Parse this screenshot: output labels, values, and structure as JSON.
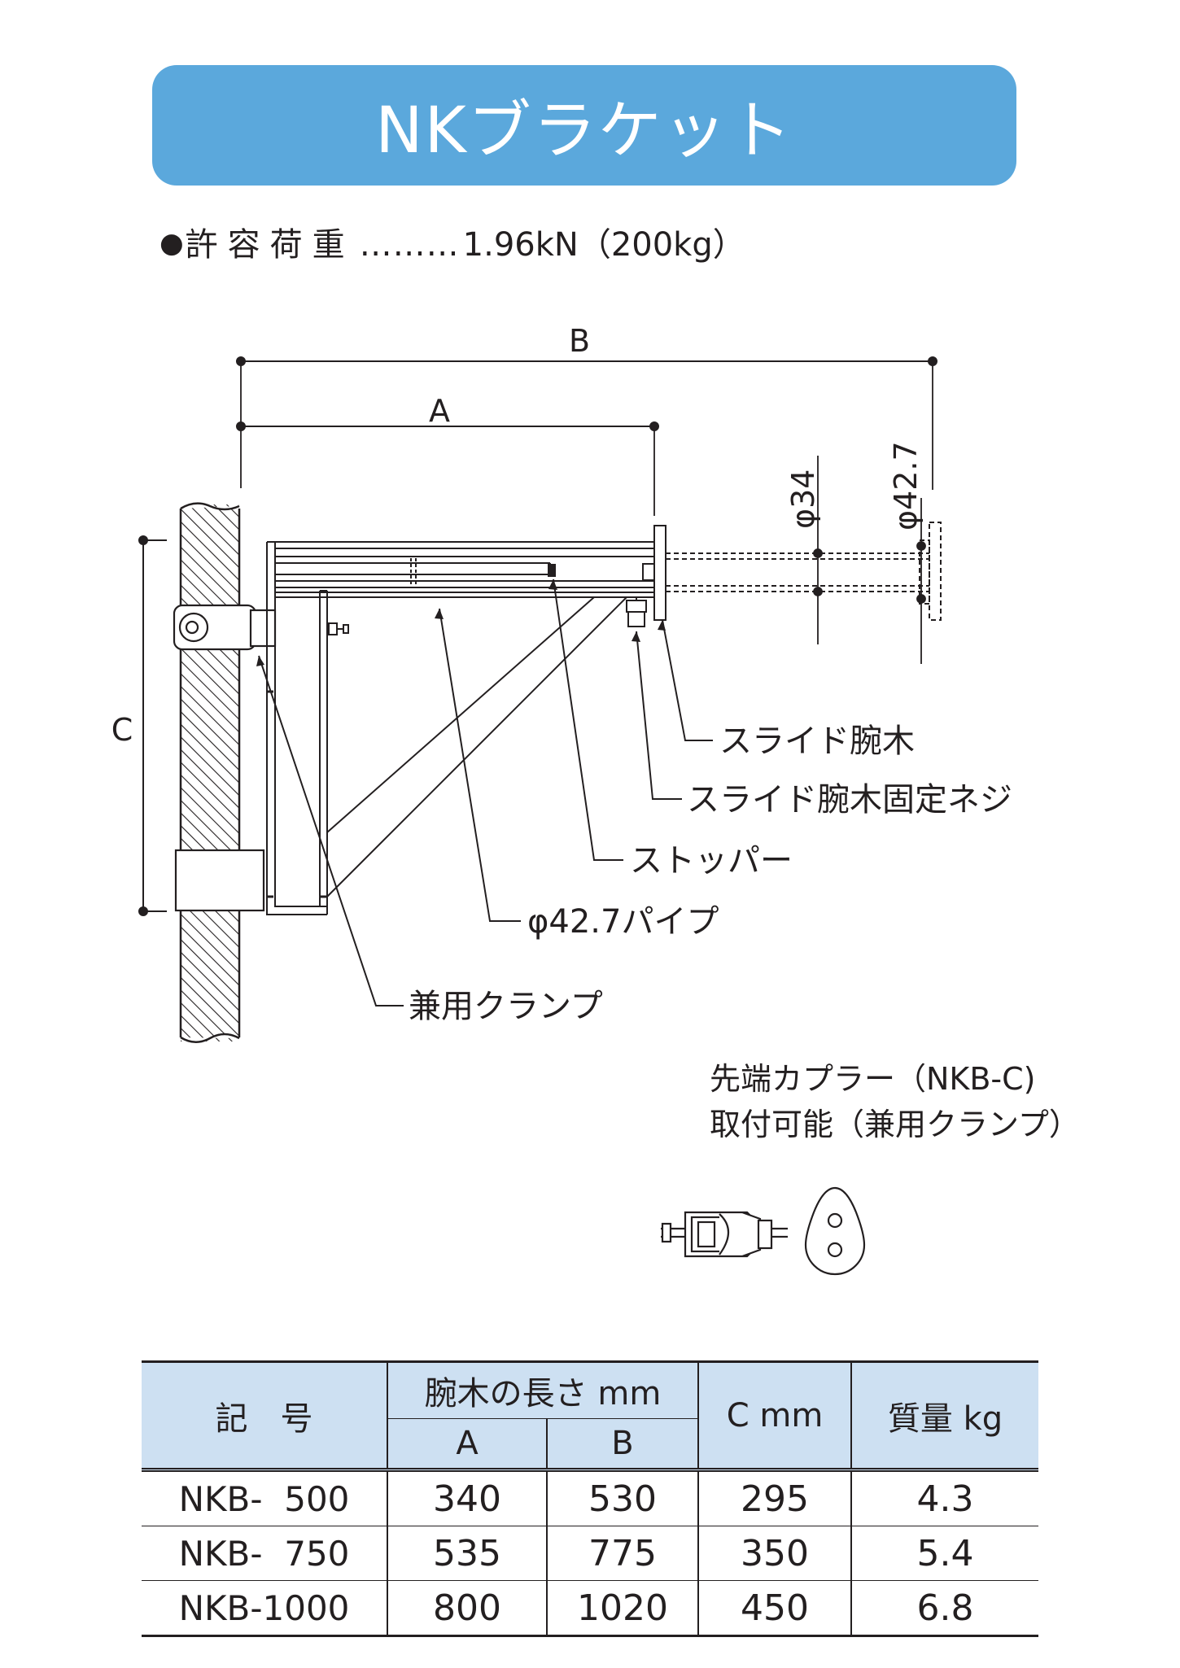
{
  "title": "NKブラケット",
  "spec": {
    "bullet": "●",
    "label": "許容荷重",
    "dots": "………",
    "value": "1.96kN（200kg）"
  },
  "diagram": {
    "dim_b": "B",
    "dim_a": "A",
    "dim_c": "C",
    "phi_34": "φ34",
    "phi_42_7": "φ42.7",
    "labels": {
      "slide_arm": "スライド腕木",
      "slide_arm_screw": "スライド腕木固定ネジ",
      "stopper": "ストッパー",
      "pipe": "φ42.7パイプ",
      "clamp": "兼用クランプ"
    }
  },
  "note": {
    "line1": "先端カプラー（NKB-C)",
    "line2": "取付可能（兼用クランプ）"
  },
  "table": {
    "header": {
      "symbol": "記　号",
      "arm_length": "腕木の長さ mm",
      "a": "A",
      "b": "B",
      "c": "C mm",
      "mass": "質量 kg"
    },
    "rows": [
      {
        "model": "NKB-  500",
        "a": "340",
        "b": "530",
        "c": "295",
        "mass": "4.3"
      },
      {
        "model": "NKB-  750",
        "a": "535",
        "b": "775",
        "c": "350",
        "mass": "5.4"
      },
      {
        "model": "NKB-1000",
        "a": "800",
        "b": "1020",
        "c": "450",
        "mass": "6.8"
      }
    ]
  }
}
